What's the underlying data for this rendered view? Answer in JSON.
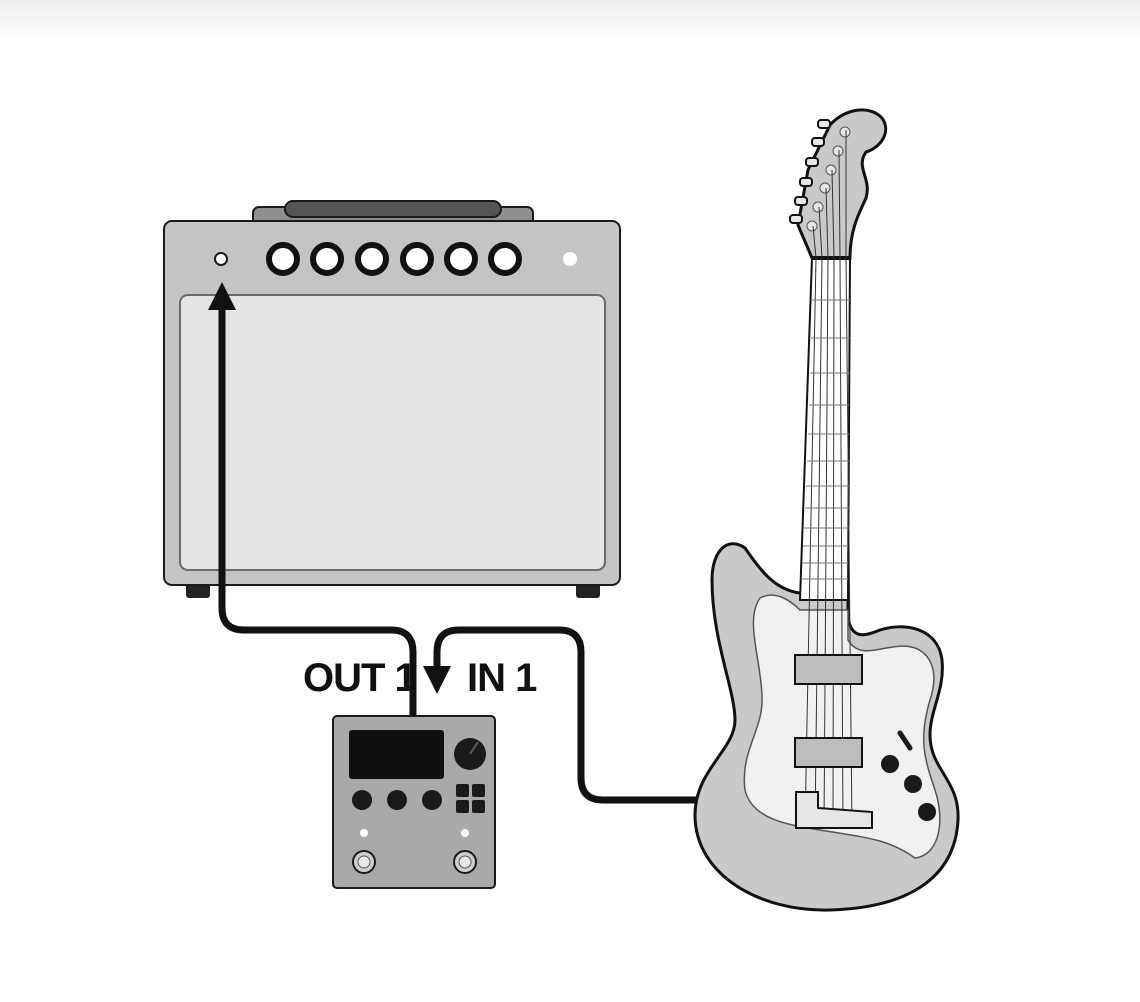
{
  "labels": {
    "out_port": "OUT 1",
    "in_port": "IN 1"
  },
  "colors": {
    "cable": "#111111",
    "outline": "#1a1a1a",
    "amp_body": "#c4c4c4",
    "amp_grille": "#e4e4e4",
    "pedal_body": "#a9a9a9",
    "guitar_body": "#c9c9c9",
    "pickguard": "#f0f0f0"
  },
  "devices": {
    "amp": "amplifier",
    "pedal": "effects-pedal",
    "guitar": "electric-guitar"
  }
}
